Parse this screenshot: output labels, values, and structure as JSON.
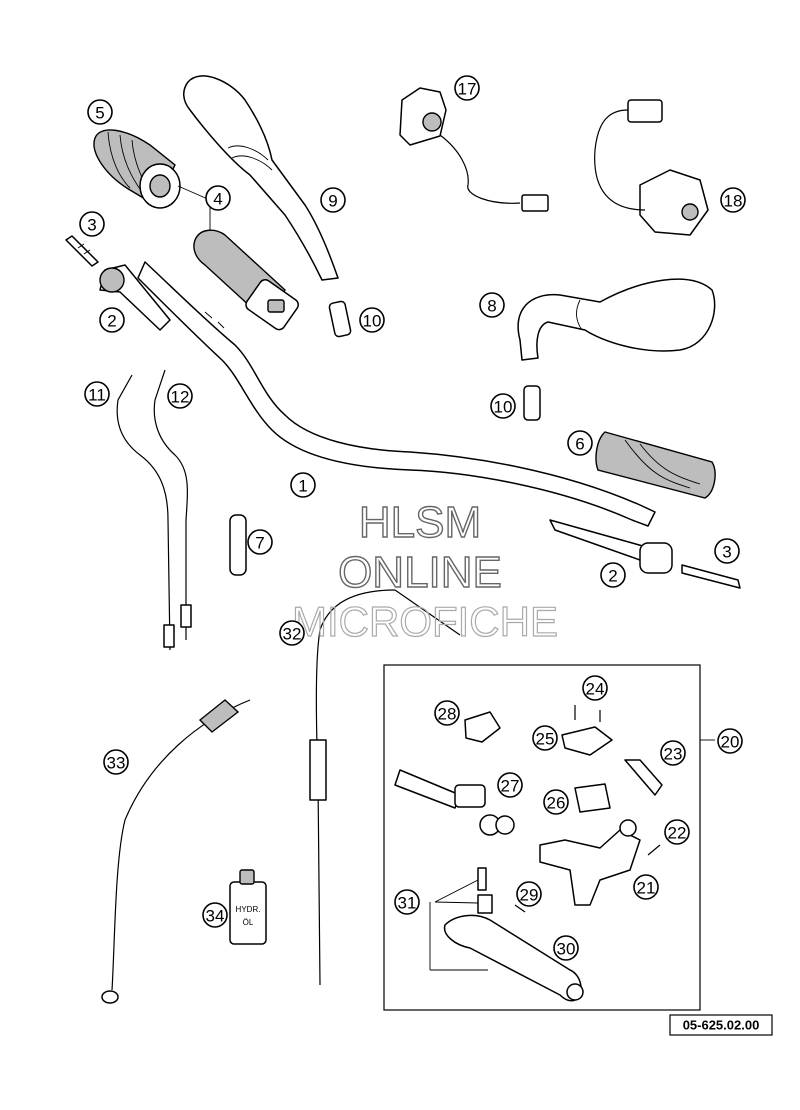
{
  "watermark": {
    "line1": "HLSM",
    "line2": "ONLINE",
    "line3": "MICROFICHE"
  },
  "part_number": "05-625.02.00",
  "bottle_label": {
    "line1": "HYDR.",
    "line2": "ÖL"
  },
  "callouts": [
    {
      "n": "1"
    },
    {
      "n": "2"
    },
    {
      "n": "2"
    },
    {
      "n": "3"
    },
    {
      "n": "3"
    },
    {
      "n": "4"
    },
    {
      "n": "5"
    },
    {
      "n": "6"
    },
    {
      "n": "7"
    },
    {
      "n": "8"
    },
    {
      "n": "9"
    },
    {
      "n": "10"
    },
    {
      "n": "10"
    },
    {
      "n": "11"
    },
    {
      "n": "12"
    },
    {
      "n": "17"
    },
    {
      "n": "18"
    },
    {
      "n": "20"
    },
    {
      "n": "21"
    },
    {
      "n": "22"
    },
    {
      "n": "23"
    },
    {
      "n": "24"
    },
    {
      "n": "25"
    },
    {
      "n": "26"
    },
    {
      "n": "27"
    },
    {
      "n": "28"
    },
    {
      "n": "29"
    },
    {
      "n": "30"
    },
    {
      "n": "31"
    },
    {
      "n": "32"
    },
    {
      "n": "33"
    },
    {
      "n": "34"
    }
  ]
}
